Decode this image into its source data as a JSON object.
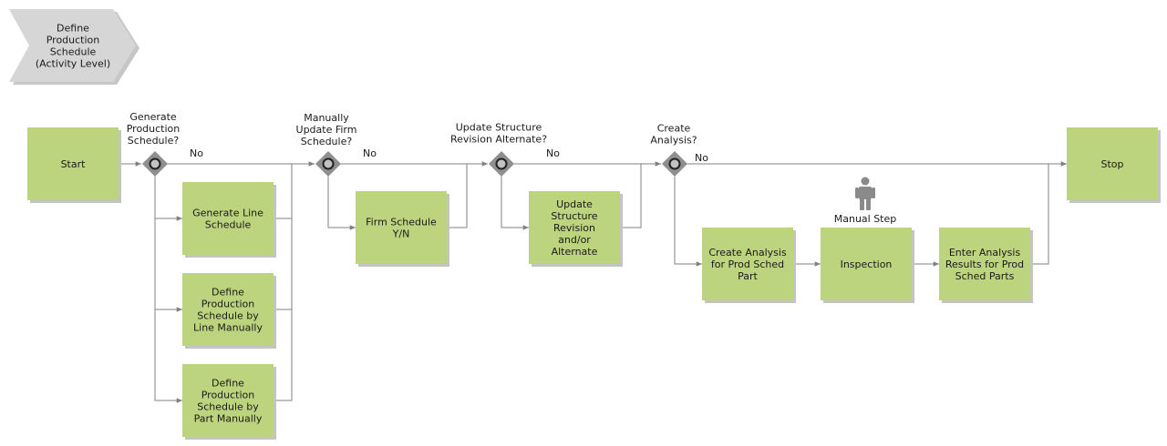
{
  "header": {
    "lines": [
      "Define",
      "Production",
      "Schedule",
      "(Activity Level)"
    ]
  },
  "nodes": {
    "start": [
      "Start"
    ],
    "gen_line": [
      "Generate Line",
      "Schedule"
    ],
    "def_line_manual": [
      "Define",
      "Production",
      "Schedule by",
      "Line Manually"
    ],
    "def_part_manual": [
      "Define",
      "Production",
      "Schedule by",
      "Part Manually"
    ],
    "firm_schedule": [
      "Firm Schedule",
      "Y/N"
    ],
    "update_structure": [
      "Update",
      "Structure",
      "Revision",
      "and/or",
      "Alternate"
    ],
    "create_analysis": [
      "Create Analysis",
      "for Prod Sched",
      "Part"
    ],
    "inspection": [
      "Inspection"
    ],
    "enter_results": [
      "Enter Analysis",
      "Results for Prod",
      "Sched Parts"
    ],
    "stop": [
      "Stop"
    ]
  },
  "gateways": {
    "g1": {
      "question": [
        "Generate",
        "Production",
        "Schedule?"
      ],
      "branch": "No"
    },
    "g2": {
      "question": [
        "Manually",
        "Update Firm",
        "Schedule?"
      ],
      "branch": "No"
    },
    "g3": {
      "question": [
        "Update Structure",
        "Revision Alternate?"
      ],
      "branch": "No"
    },
    "g4": {
      "question": [
        "Create",
        "Analysis?"
      ],
      "branch": "No"
    }
  },
  "manual_step": {
    "label": "Manual Step",
    "icon": "person-icon"
  },
  "colors": {
    "box": "#bdd47e",
    "box_shadow": "#c4c4c4",
    "header": "#d6d6d6",
    "gateway": "#8f8f8f",
    "line": "#808080"
  }
}
